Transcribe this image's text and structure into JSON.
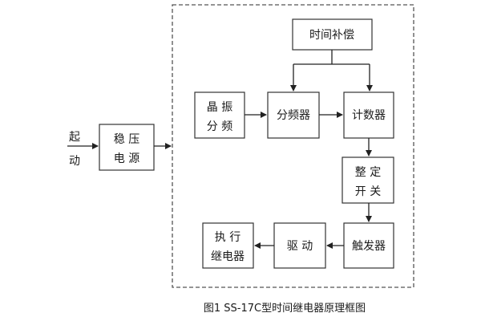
{
  "diagram": {
    "start_label": {
      "line1": "起",
      "line2": "动"
    },
    "regulator": {
      "line1": "稳 压",
      "line2": "电 源"
    },
    "time_comp": "时间补偿",
    "crystal": {
      "line1": "晶 振",
      "line2": "分 频"
    },
    "divider": "分频器",
    "counter": "计数器",
    "shaping_switch": {
      "line1": "整 定",
      "line2": "开 关"
    },
    "trigger": "触发器",
    "driver": "驱 动",
    "exec_relay": {
      "line1": "执 行",
      "line2": "继电器"
    },
    "caption": "图1  SS-17C型时间继电器原理框图"
  }
}
